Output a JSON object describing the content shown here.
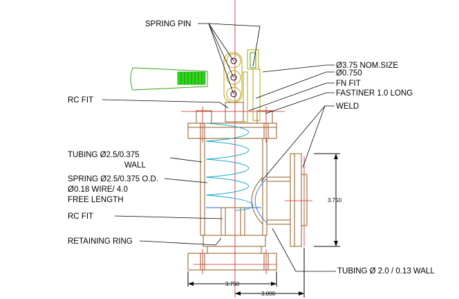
{
  "labels": {
    "spring_pin": "SPRING PIN",
    "nom_size": "Ø3.75 NOM.SIZE",
    "dia_0750": "Ø0.750",
    "fn_fit": "FN FIT",
    "fastiner": "FASTINER 1.0 LONG",
    "weld": "WELD",
    "rc_fit_top": "RC FIT",
    "tubing_1": "TUBING  Ø2.5/0.375",
    "tubing_2": "WALL",
    "spring_1": "SPRING Ø2.5/0.375 O.D.",
    "spring_2": "Ø0.18 WIRE/ 4.0",
    "spring_3": "FREE LENGTH",
    "rc_fit_bottom": "RC FIT",
    "retaining_ring": "RETAINING RING",
    "tubing_side": "TUBING Ø 2.0 / 0.13 WALL"
  },
  "dimensions": {
    "height": "3.750",
    "width_left": "3.750",
    "width_right": "3.000"
  },
  "colors": {
    "body": "#8b5a1e",
    "pins": "#b8a000",
    "handle": "#3aa317",
    "centerline": "#d81c1c",
    "spring": "#16a7c9",
    "inner": "#2060ff"
  }
}
